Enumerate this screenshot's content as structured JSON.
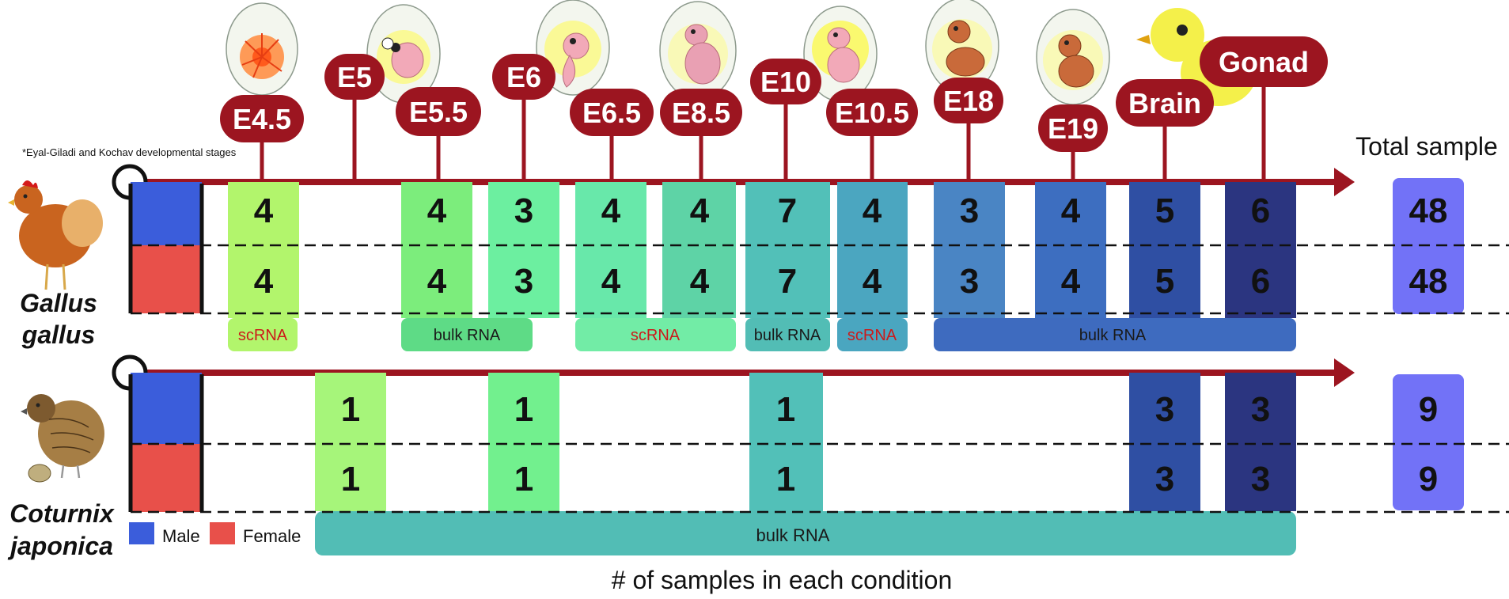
{
  "footnote": "*Eyal-Giladi and Kochav developmental stages",
  "total_label": "Total sample",
  "caption": "# of samples in each condition",
  "legend": {
    "male_label": "Male",
    "female_label": "Female",
    "male_color": "#3b5ddb",
    "female_color": "#e8504a"
  },
  "stages": [
    "E4.5",
    "E5",
    "E5.5",
    "E6",
    "E6.5",
    "E8.5",
    "E10",
    "E10.5",
    "E18",
    "E19",
    "Brain",
    "Gonad"
  ],
  "species": [
    {
      "name_line1": "Gallus",
      "name_line2": "gallus",
      "counts": [
        {
          "stage": "E4.5",
          "male": "4",
          "female": "4",
          "color": "#b2f56c"
        },
        {
          "stage": "E5.5",
          "male": "4",
          "female": "4",
          "color": "#7ced7c"
        },
        {
          "stage": "E6",
          "male": "3",
          "female": "3",
          "color": "#6cefa0"
        },
        {
          "stage": "E6.5",
          "male": "4",
          "female": "4",
          "color": "#68e8aa"
        },
        {
          "stage": "E8.5",
          "male": "4",
          "female": "4",
          "color": "#5ed3a6"
        },
        {
          "stage": "E10",
          "male": "7",
          "female": "7",
          "color": "#52c0b8"
        },
        {
          "stage": "E10.5",
          "male": "4",
          "female": "4",
          "color": "#4ba6c0"
        },
        {
          "stage": "E18",
          "male": "3",
          "female": "3",
          "color": "#4a85c4"
        },
        {
          "stage": "E19",
          "male": "4",
          "female": "4",
          "color": "#3d6ec0"
        },
        {
          "stage": "Brain",
          "male": "5",
          "female": "5",
          "color": "#2f4fa3"
        },
        {
          "stage": "Gonad",
          "male": "6",
          "female": "6",
          "color": "#2b3580"
        }
      ],
      "total": {
        "male": "48",
        "female": "48",
        "color": "#7272f7"
      },
      "assays": [
        {
          "label": "scRNA",
          "color": "#b2f56c",
          "text_color": "#cc1a1a"
        },
        {
          "label": "bulk RNA",
          "color": "#5edb86",
          "text_color": "#1a1a1a"
        },
        {
          "label": "scRNA",
          "color": "#72eca6",
          "text_color": "#cc1a1a"
        },
        {
          "label": "bulk RNA",
          "color": "#52bdb5",
          "text_color": "#1a1a1a"
        },
        {
          "label": "scRNA",
          "color": "#4aa6c0",
          "text_color": "#cc1a1a"
        },
        {
          "label": "bulk RNA",
          "color": "#3e6bbf",
          "text_color": "#1a1a1a"
        }
      ]
    },
    {
      "name_line1": "Coturnix",
      "name_line2": "japonica",
      "counts": [
        {
          "stage": "E5",
          "male": "1",
          "female": "1",
          "color": "#a6f57a"
        },
        {
          "stage": "E6",
          "male": "1",
          "female": "1",
          "color": "#72f08e"
        },
        {
          "stage": "E10",
          "male": "1",
          "female": "1",
          "color": "#52c0b8"
        },
        {
          "stage": "Brain",
          "male": "3",
          "female": "3",
          "color": "#2f4fa3"
        },
        {
          "stage": "Gonad",
          "male": "3",
          "female": "3",
          "color": "#2b3580"
        }
      ],
      "total": {
        "male": "9",
        "female": "9",
        "color": "#7272f7"
      },
      "assays": [
        {
          "label": "bulk RNA",
          "color": "#52bdb5",
          "text_color": "#1a1a1a"
        }
      ]
    }
  ],
  "colors": {
    "timeline": "#9c1520",
    "stage_badge": "#9c1520",
    "stage_text": "#ffffff"
  },
  "icons": [
    "chicken-embryo-icon",
    "chick-icon",
    "hen-icon",
    "quail-icon"
  ]
}
